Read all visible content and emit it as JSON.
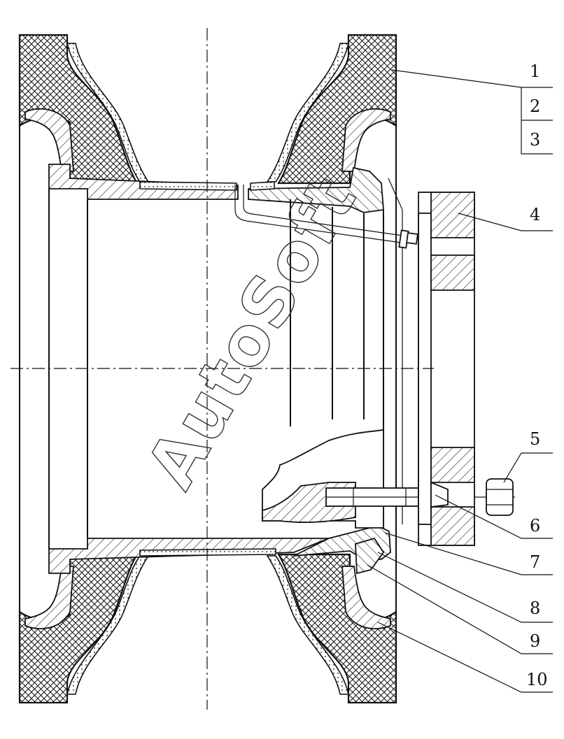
{
  "callouts": [
    {
      "id": "1",
      "label": "1"
    },
    {
      "id": "2",
      "label": "2"
    },
    {
      "id": "3",
      "label": "3"
    },
    {
      "id": "4",
      "label": "4"
    },
    {
      "id": "5",
      "label": "5"
    },
    {
      "id": "6",
      "label": "6"
    },
    {
      "id": "7",
      "label": "7"
    },
    {
      "id": "8",
      "label": "8"
    },
    {
      "id": "9",
      "label": "9"
    },
    {
      "id": "10",
      "label": "10"
    }
  ],
  "watermark": {
    "text": "AutoSoft"
  },
  "colors": {
    "line": "#111111",
    "background": "#ffffff"
  }
}
